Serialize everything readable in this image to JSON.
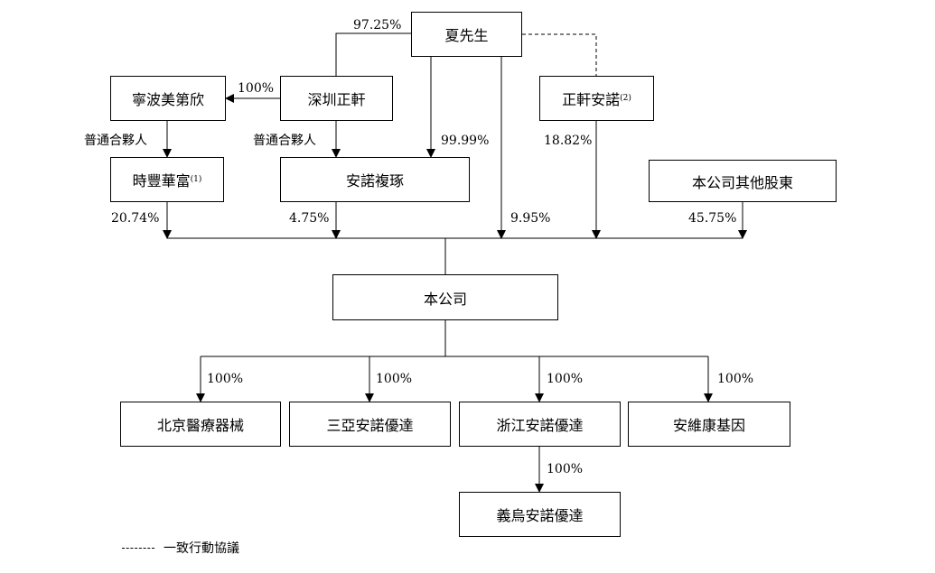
{
  "entities": {
    "xia": "夏先生",
    "ningbo": "寧波美第欣",
    "shenzhen": "深圳正軒",
    "zhengxuan_anuo": "正軒安諾",
    "zhengxuan_anuo_note": "(2)",
    "shifenghuafu": "時豐華富",
    "shifenghuafu_note": "(1)",
    "anuo_fuzhuo": "安諾複琢",
    "other_shareholders": "本公司其他股東",
    "company": "本公司",
    "beijing": "北京醫療器械",
    "sanya": "三亞安諾優達",
    "zhejiang": "浙江安諾優達",
    "anweikang": "安維康基因",
    "yiwu": "義烏安諾優達"
  },
  "edges": {
    "xia_shenzhen": "97.25%",
    "shenzhen_ningbo": "100%",
    "ningbo_shifenghuafu": "普通合夥人",
    "shenzhen_anuo_fuzhuo": "普通合夥人",
    "xia_anuo_fuzhuo": "99.99%",
    "zhengxuan_anuo_company": "18.82%",
    "shifenghuafu_company": "20.74%",
    "anuo_fuzhuo_company": "4.75%",
    "xia_company": "9.95%",
    "other_company": "45.75%",
    "company_beijing": "100%",
    "company_sanya": "100%",
    "company_zhejiang": "100%",
    "company_anweikang": "100%",
    "zhejiang_yiwu": "100%"
  },
  "legend": {
    "concert": "一致行動協議"
  }
}
